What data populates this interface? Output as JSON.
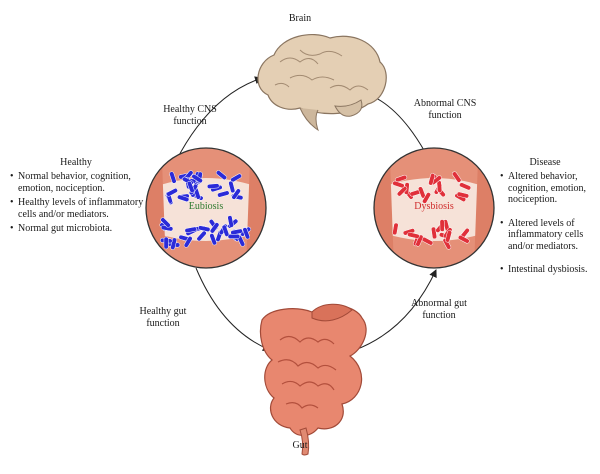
{
  "colors": {
    "eubiosis_bacteria": "#2b2bd8",
    "dysbiosis_bacteria": "#e0303a",
    "gut_tissue": "#e8876f",
    "brain_tissue": "#e4cfb4",
    "arrow": "#222222"
  },
  "nodes": {
    "brain": "Brain",
    "gut": "Gut"
  },
  "edges": {
    "healthy_cns": "Healthy CNS function",
    "abnormal_cns": "Abnormal CNS function",
    "healthy_gut": "Healthy gut function",
    "abnormal_gut": "Abnormal gut function"
  },
  "healthy": {
    "title": "Healthy",
    "points": [
      "Normal behavior, cognition, emotion, nociception.",
      "Healthy levels of inflammatory cells and/or mediators.",
      "Normal gut microbiota."
    ],
    "circle_label": "Eubiosis"
  },
  "disease": {
    "title": "Disease",
    "points": [
      "Altered behavior, cognition, emotion, nociception.",
      "Altered levels of inflammatory cells and/or mediators.",
      "Intestinal dysbiosis."
    ],
    "circle_label": "Dysbiosis"
  }
}
